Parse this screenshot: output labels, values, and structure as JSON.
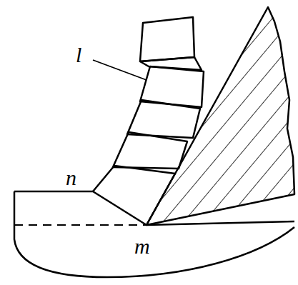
{
  "diagram": {
    "labels": [
      "l",
      "n",
      "m"
    ]
  }
}
